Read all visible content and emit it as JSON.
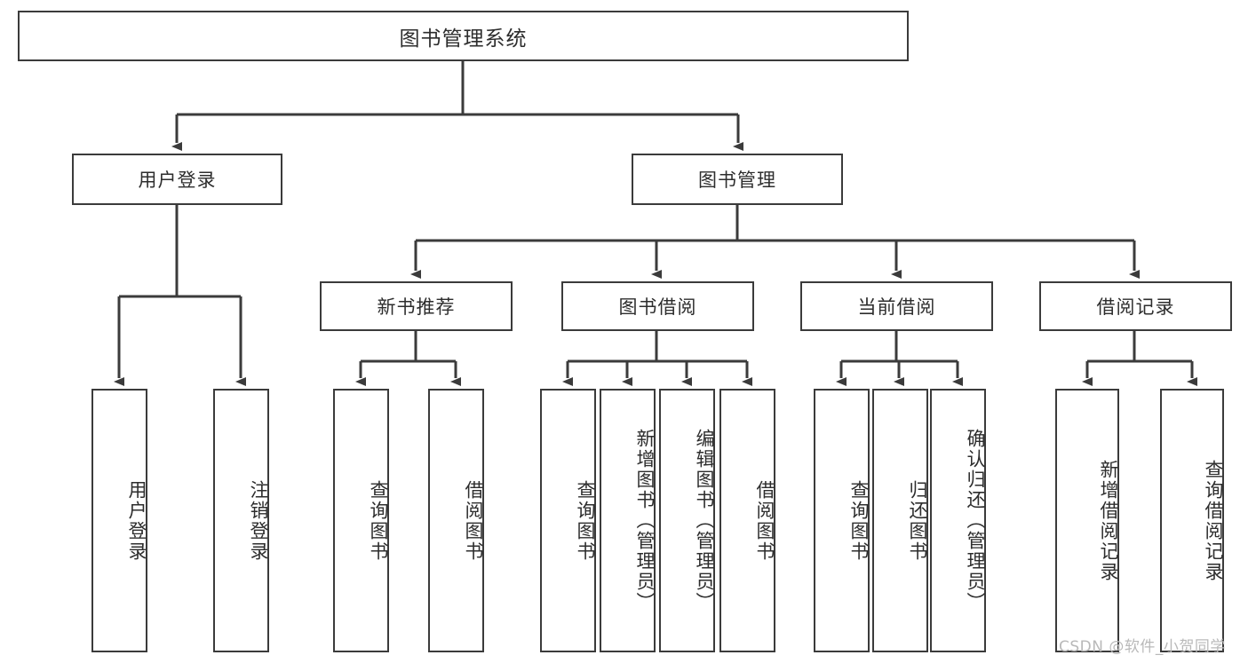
{
  "diagram": {
    "type": "tree-hierarchy-chart",
    "title": "图书管理系统",
    "colors": {
      "box_border": "#3b3b3b",
      "box_fill": "#ffffff",
      "connector": "#3b3b3b",
      "text": "#2d2d2d",
      "watermark": "#b9b9b9",
      "page_background": "#ffffff"
    },
    "root": {
      "label": "图书管理系统"
    },
    "level2": [
      {
        "id": "user-login",
        "label": "用户登录"
      },
      {
        "id": "book-management",
        "label": "图书管理"
      }
    ],
    "level3": [
      {
        "id": "new-book-recommend",
        "label": "新书推荐",
        "parent": "book-management"
      },
      {
        "id": "book-borrow",
        "label": "图书借阅",
        "parent": "book-management"
      },
      {
        "id": "current-borrow",
        "label": "当前借阅",
        "parent": "book-management"
      },
      {
        "id": "borrow-record",
        "label": "借阅记录",
        "parent": "book-management"
      }
    ],
    "leaves": {
      "user-login": [
        {
          "id": "leaf-user-login",
          "label": "用户登录"
        },
        {
          "id": "leaf-logout",
          "label": "注销登录"
        }
      ],
      "new-book-recommend": [
        {
          "id": "leaf-query-book-1",
          "label": "查询图书"
        },
        {
          "id": "leaf-borrow-book-1",
          "label": "借阅图书"
        }
      ],
      "book-borrow": [
        {
          "id": "leaf-query-book-2",
          "label": "查询图书"
        },
        {
          "id": "leaf-add-book",
          "label": "新增图书（管理员）"
        },
        {
          "id": "leaf-edit-book",
          "label": "编辑图书（管理员）"
        },
        {
          "id": "leaf-borrow-book-2",
          "label": "借阅图书"
        }
      ],
      "current-borrow": [
        {
          "id": "leaf-query-book-3",
          "label": "查询图书"
        },
        {
          "id": "leaf-return-book",
          "label": "归还图书"
        },
        {
          "id": "leaf-confirm-return",
          "label": "确认归还（管理员）"
        }
      ],
      "borrow-record": [
        {
          "id": "leaf-add-record",
          "label": "新增借阅记录"
        },
        {
          "id": "leaf-query-record",
          "label": "查询借阅记录"
        }
      ]
    },
    "watermark": "CSDN @软件_小贺同学"
  }
}
